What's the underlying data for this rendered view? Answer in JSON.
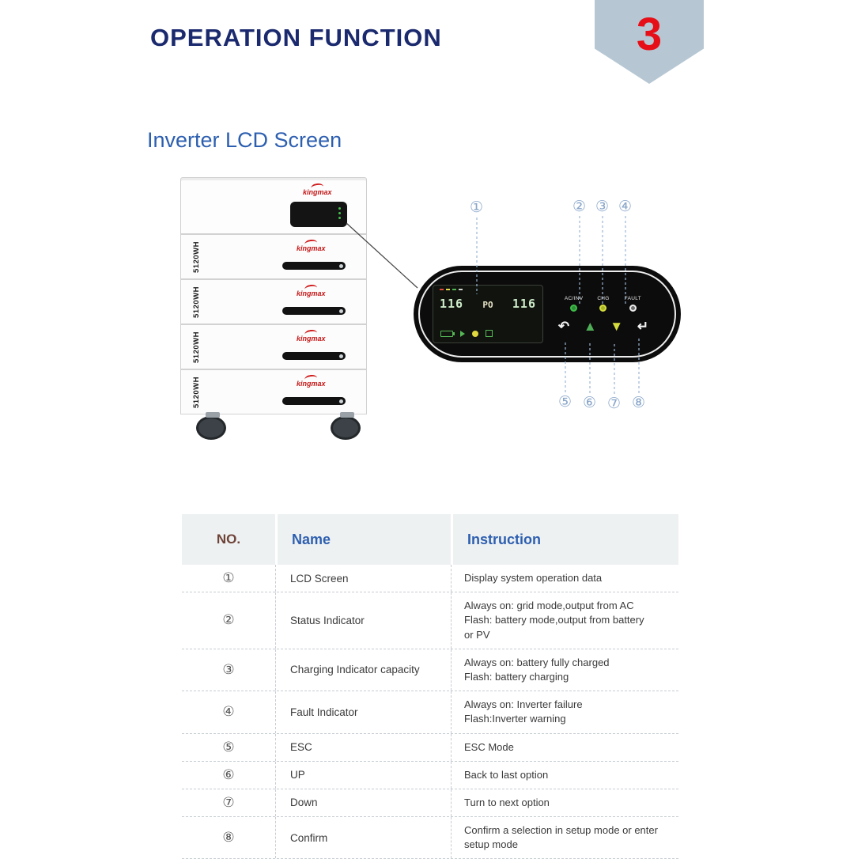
{
  "page": {
    "title": "OPERATION FUNCTION",
    "page_number": "3",
    "section_title": "Inverter LCD Screen"
  },
  "colors": {
    "title_navy": "#1b2a6e",
    "heading_blue": "#2d5fb0",
    "badge_blue_gray": "#b6c7d3",
    "page_number_red": "#e60f17",
    "brand_red": "#c41515",
    "led_green": "#3fbf4a",
    "led_yellow": "#d6de3d"
  },
  "device": {
    "brand": "kingmax",
    "battery_label": "5120WH",
    "panel": {
      "lcd": {
        "left_value": "116",
        "mode": "PO",
        "right_value": "116"
      },
      "indicators": [
        {
          "label": "AC/INV"
        },
        {
          "label": "CHG"
        },
        {
          "label": "FAULT"
        }
      ],
      "buttons": [
        {
          "name": "esc",
          "glyph": "↶"
        },
        {
          "name": "up",
          "glyph": "▲"
        },
        {
          "name": "down",
          "glyph": "▼"
        },
        {
          "name": "enter",
          "glyph": "↵"
        }
      ]
    }
  },
  "callouts": [
    "①",
    "②",
    "③",
    "④",
    "⑤",
    "⑥",
    "⑦",
    "⑧"
  ],
  "table": {
    "headers": {
      "no": "NO.",
      "name": "Name",
      "instruction": "Instruction"
    },
    "rows": [
      {
        "no": "①",
        "name": "LCD Screen",
        "instruction": "Display system operation data"
      },
      {
        "no": "②",
        "name": "Status Indicator",
        "instruction": "Always on: grid mode,output from AC\nFlash: battery mode,output from battery\nor PV"
      },
      {
        "no": "③",
        "name": "Charging Indicator capacity",
        "instruction": "Always on: battery fully charged\nFlash: battery charging"
      },
      {
        "no": "④",
        "name": "Fault Indicator",
        "instruction": "Always on: Inverter failure\nFlash:Inverter warning"
      },
      {
        "no": "⑤",
        "name": "ESC",
        "instruction": "ESC Mode"
      },
      {
        "no": "⑥",
        "name": "UP",
        "instruction": "Back to last option"
      },
      {
        "no": "⑦",
        "name": "Down",
        "instruction": "Turn to next option"
      },
      {
        "no": "⑧",
        "name": "Confirm",
        "instruction": "Confirm a selection in setup mode or enter\nsetup mode"
      }
    ]
  }
}
